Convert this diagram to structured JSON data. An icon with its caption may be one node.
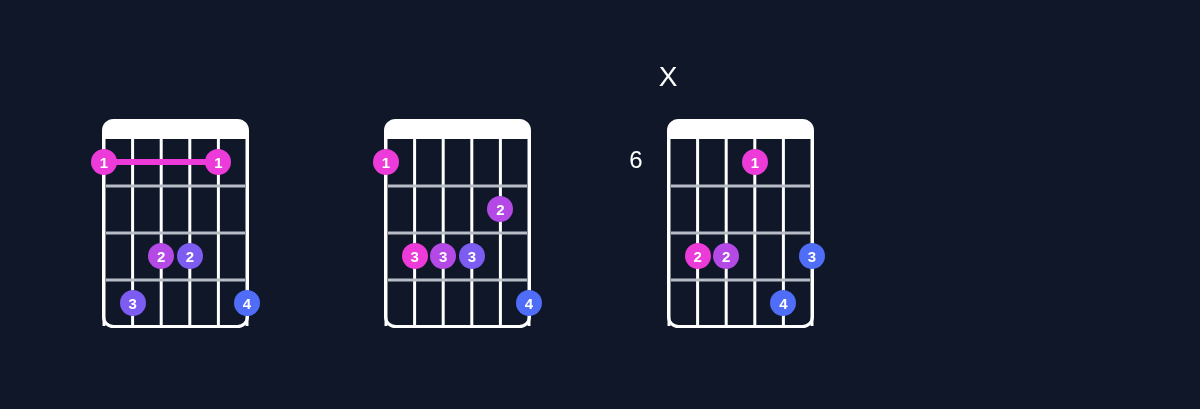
{
  "diagram": {
    "nodes": [
      {
        "text": [],
        "shape": "box"
      },
      {
        "text": [
          "1"
        ],
        "in": 0
      },
      {
        "text": [
          "1"
        ],
        "in": 0
      },
      {
        "text": [
          "2"
        ],
        "in": 0
      },
      {
        "text": [
          "2"
        ],
        "in": 0
      },
      {
        "text": [
          "3"
        ],
        "in": 0
      },
      {
        "text": [
          "4"
        ],
        "in": 0
      },
      {
        "text": [],
        "shape": "box"
      },
      {
        "text": [
          "1"
        ],
        "in": 7
      },
      {
        "text": [
          "2"
        ],
        "in": 7
      },
      {
        "text": [
          "3"
        ],
        "in": 7
      },
      {
        "text": [
          "3"
        ],
        "in": 7
      },
      {
        "text": [
          "3"
        ],
        "in": 7
      },
      {
        "text": [
          "4"
        ],
        "in": 7
      },
      {
        "text": [],
        "shape": "box"
      },
      {
        "text": [
          "1"
        ],
        "in": 14
      },
      {
        "text": [
          "2"
        ],
        "in": 14
      },
      {
        "text": [
          "2"
        ],
        "in": 14
      },
      {
        "text": [
          "3"
        ],
        "in": 14
      },
      {
        "text": [
          "4"
        ],
        "in": 14
      }
    ],
    "edges": [
      {
        "from": 1,
        "to": 2,
        "arrow": "none",
        "color": "#ec3bd8"
      }
    ],
    "labels": [
      "X",
      "6"
    ]
  }
}
